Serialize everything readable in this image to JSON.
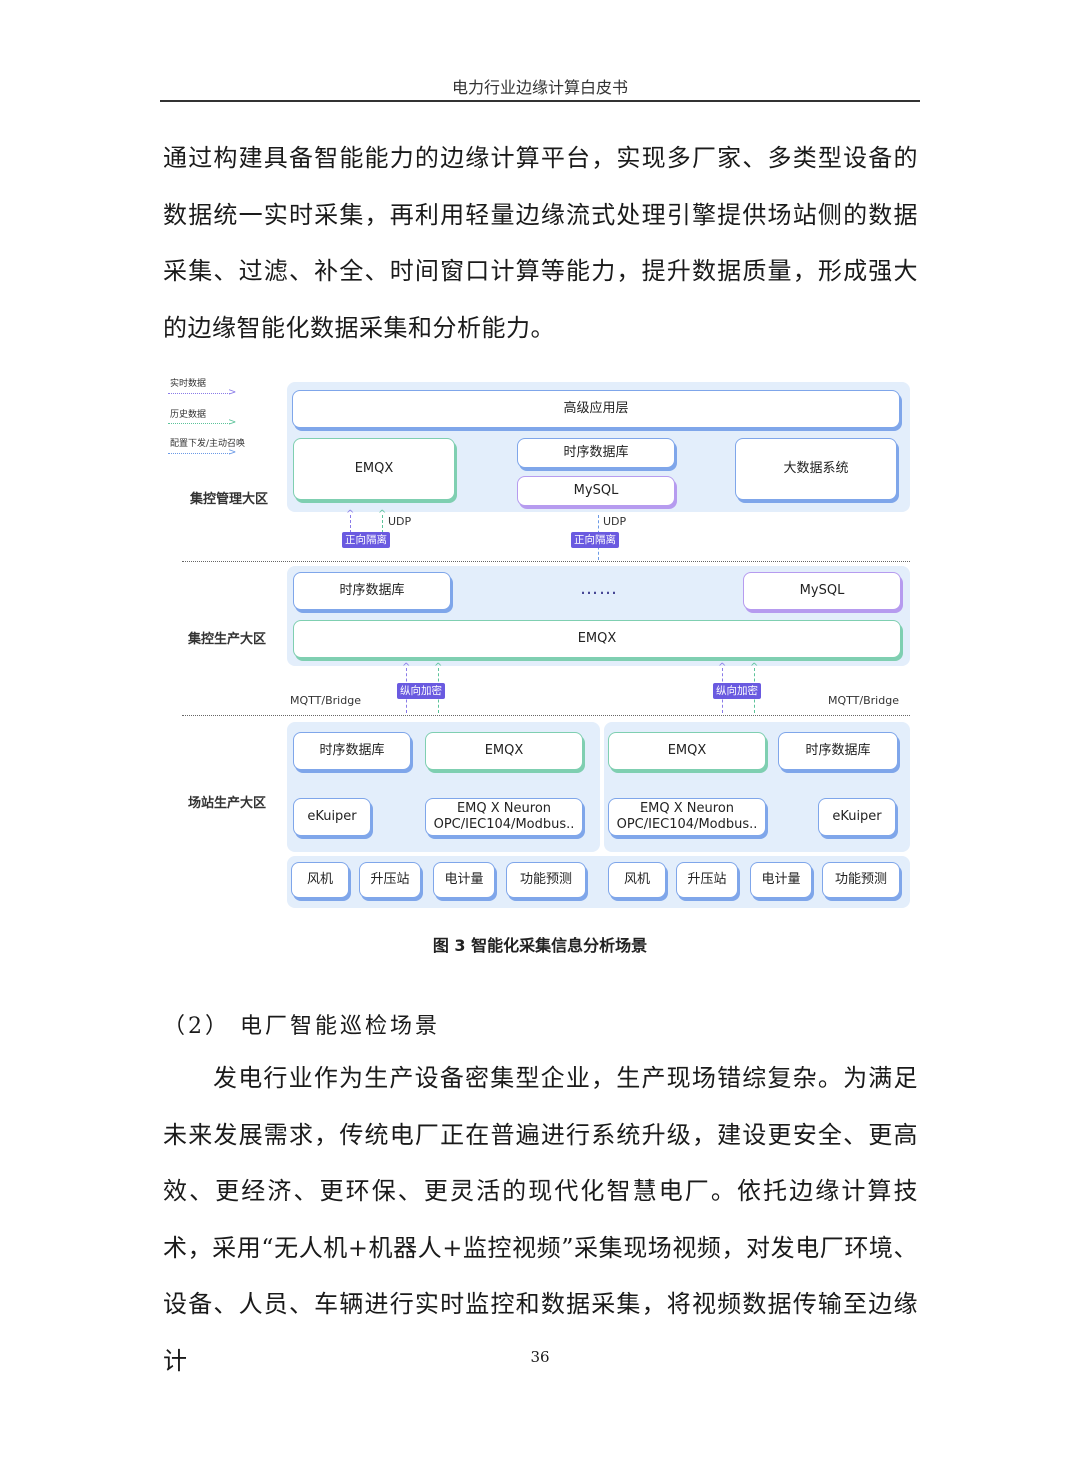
{
  "header": {
    "title": "电力行业边缘计算白皮书"
  },
  "para1": "通过构建具备智能能力的边缘计算平台，实现多厂家、多类型设备的数据统一实时采集，再利用轻量边缘流式处理引擎提供场站侧的数据采集、过滤、补全、时间窗口计算等能力，提升数据质量，形成强大的边缘智能化数据采集和分析能力。",
  "diagram": {
    "legend": [
      "实时数据",
      "历史数据",
      "配置下发/主动召唤"
    ],
    "colors": {
      "realtime": "#8a7be8",
      "history": "#5cc39a",
      "config": "#6b9ae6"
    },
    "zone1": {
      "label": "集控管理大区",
      "app_layer": "高级应用层",
      "emqx": "EMQX",
      "tsdb": "时序数据库",
      "mysql": "MySQL",
      "bigdata": "大数据系统"
    },
    "isolation": {
      "udp1": "UDP",
      "udp2": "UDP",
      "tag1": "正向隔离",
      "tag2": "正向隔离"
    },
    "zone2": {
      "label": "集控生产大区",
      "tsdb": "时序数据库",
      "dots": "……",
      "mysql": "MySQL",
      "emqx": "EMQX"
    },
    "encrypt": {
      "tag1": "纵向加密",
      "tag2": "纵向加密",
      "mqtt_left": "MQTT/Bridge",
      "mqtt_right": "MQTT/Bridge"
    },
    "zone3": {
      "label": "场站生产大区",
      "left": {
        "tsdb": "时序数据库",
        "emqx": "EMQX",
        "ekuiper": "eKuiper",
        "neuron_line1": "EMQ X Neuron",
        "neuron_line2": "OPC/IEC104/Modbus.."
      },
      "right": {
        "tsdb": "时序数据库",
        "emqx": "EMQX",
        "ekuiper": "eKuiper",
        "neuron_line1": "EMQ X Neuron",
        "neuron_line2": "OPC/IEC104/Modbus.."
      },
      "devices": [
        "风机",
        "升压站",
        "电计量",
        "功能预测",
        "风机",
        "升压站",
        "电计量",
        "功能预测"
      ]
    }
  },
  "caption": "图 3 智能化采集信息分析场景",
  "subhead": "（2） 电厂智能巡检场景",
  "para2": "发电行业作为生产设备密集型企业，生产现场错综复杂。为满足未来发展需求，传统电厂正在普遍进行系统升级，建设更安全、更高效、更经济、更环保、更灵活的现代化智慧电厂。依托边缘计算技术，采用“无人机+机器人+监控视频”采集现场视频，对发电厂环境、设备、人员、车辆进行实时监控和数据采集，将视频数据传输至边缘计",
  "page_number": "36"
}
